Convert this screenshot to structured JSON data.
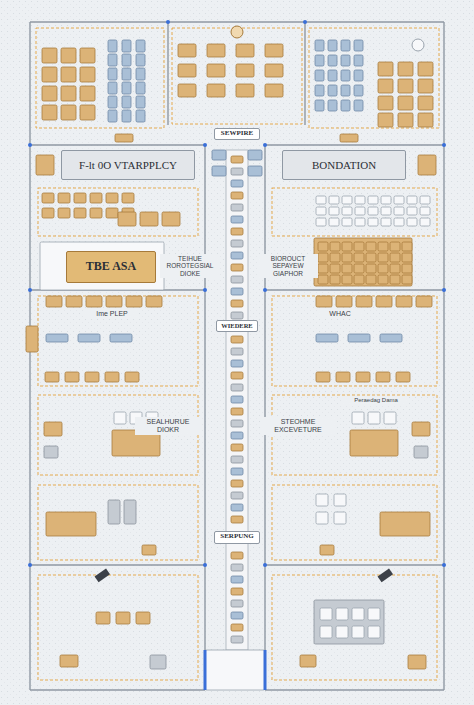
{
  "diagram": {
    "nodes": [
      {
        "text": [
          "SEWPIRE"
        ]
      },
      {
        "text": [
          "F-lt 0O VTARPPLCY"
        ]
      },
      {
        "text": [
          "BONDATION"
        ]
      },
      {
        "text": [
          "TBE ASA"
        ]
      },
      {
        "text": [
          "WIEDERE"
        ]
      },
      {
        "text": [
          "SERPUNG"
        ]
      }
    ],
    "labels": [
      "TEIHUE ROROTEGSIAL DIOKE",
      "BIOROUCT SEPAYEW GIAPHOR",
      "Ime PLEP",
      "WHAC",
      "SEALHURUE DIOKR",
      "STEOHME EXCEVETURE",
      "Peraedag Dama"
    ]
  }
}
